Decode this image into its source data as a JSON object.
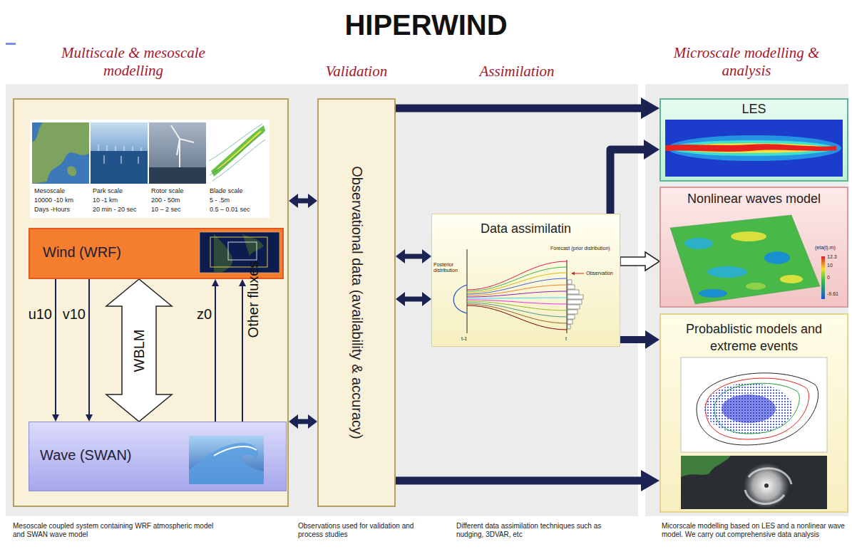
{
  "diagram": {
    "title": "HIPERWIND",
    "nodes": [
      {
        "text": [
          "Multiscale & mesoscale modelling"
        ]
      },
      {
        "text": [
          "Wind (WRF)"
        ],
        "in": 0
      },
      {
        "text": [
          "Wave (SWAN)"
        ],
        "in": 0
      },
      {
        "text": [
          "Validation",
          "Observational data (availability & accuracy)"
        ]
      },
      {
        "text": [
          "Data assimilatin"
        ]
      },
      {
        "text": [
          "LES"
        ]
      },
      {
        "text": [
          "Nonlinear waves model"
        ]
      },
      {
        "text": [
          "Probablistic models and extreme events"
        ]
      }
    ],
    "edges": [
      {
        "from": 1,
        "to": 2,
        "label": "u10",
        "arrow": "to"
      },
      {
        "from": 1,
        "to": 2,
        "label": "v10",
        "arrow": "to"
      },
      {
        "from": 1,
        "to": 2,
        "label": "WBLM",
        "arrow": "both"
      },
      {
        "from": 2,
        "to": 1,
        "label": "z0",
        "arrow": "to"
      },
      {
        "from": 2,
        "to": 1,
        "label": "Other fluxes",
        "arrow": "to"
      },
      {
        "from": 0,
        "to": 3,
        "arrow": "both"
      },
      {
        "from": 0,
        "to": 3,
        "arrow": "both"
      },
      {
        "from": 3,
        "to": 4,
        "arrow": "both"
      },
      {
        "from": 3,
        "to": 4,
        "arrow": "both"
      },
      {
        "from": 3,
        "to": 5,
        "arrow": "to"
      },
      {
        "from": 3,
        "to": 7,
        "arrow": "to"
      },
      {
        "from": 4,
        "to": 5,
        "arrow": "to"
      },
      {
        "from": 4,
        "to": 6,
        "arrow": "to"
      },
      {
        "from": 4,
        "to": 7,
        "arrow": "to"
      }
    ],
    "labels": [
      "Mesoscale",
      "10000 -10 km",
      "Days -Hours",
      "Park scale",
      "10 -1 km",
      "20 min - 20 sec",
      "Rotor scale",
      "200 - 50m",
      "10 – 2 sec",
      "Blade scale",
      "5 - .5m",
      "0.5 – 0.01 sec",
      "Assimilation",
      "Microscale modelling & analysis",
      "Posterior distribution",
      "Forecast (prior distribution)",
      "Observation",
      "t-1",
      "t",
      "(eta(t).m)",
      "12.3",
      "10",
      "0",
      "-9.61",
      "Mesoscale coupled system containing WRF atmospheric model and SWAN wave model",
      "Observations used for validation and process studies",
      "Different data assimilation techniques such as nudging, 3DVAR, etc",
      "Micorscale modelling based on LES and a nonlinear wave model. We carry out comprehensive data analysis"
    ]
  }
}
